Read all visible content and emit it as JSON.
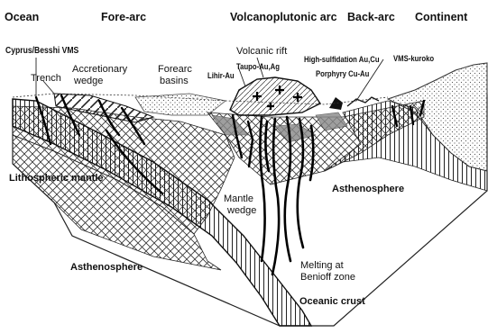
{
  "header": {
    "ocean": "Ocean",
    "fore_arc": "Fore-arc",
    "volcanoplutonic_arc": "Volcanoplutonic arc",
    "back_arc": "Back-arc",
    "continent": "Continent"
  },
  "labels": {
    "cyprus": "Cyprus/Besshi VMS",
    "trench": "Trench",
    "accretionary_1": "Accretionary",
    "accretionary_2": "wedge",
    "forearc_1": "Forearc",
    "forearc_2": "basins",
    "volcanic_rift": "Volcanic rift",
    "lihir": "Lihir-Au",
    "taupo": "Taupo-Au,Ag",
    "high_sulf": "High-sulfidation Au,Cu",
    "porphyry": "Porphyry Cu-Au",
    "vms_kuroko": "VMS-kuroko",
    "lithospheric_mantle": "Lithospheric mantle",
    "asthenosphere_right": "Asthenosphere",
    "mantle_wedge_1": "Mantle",
    "mantle_wedge_2": "wedge",
    "asthenosphere_left": "Asthenosphere",
    "melting_1": "Melting at",
    "melting_2": "Benioff zone",
    "oceanic_crust": "Oceanic crust"
  }
}
